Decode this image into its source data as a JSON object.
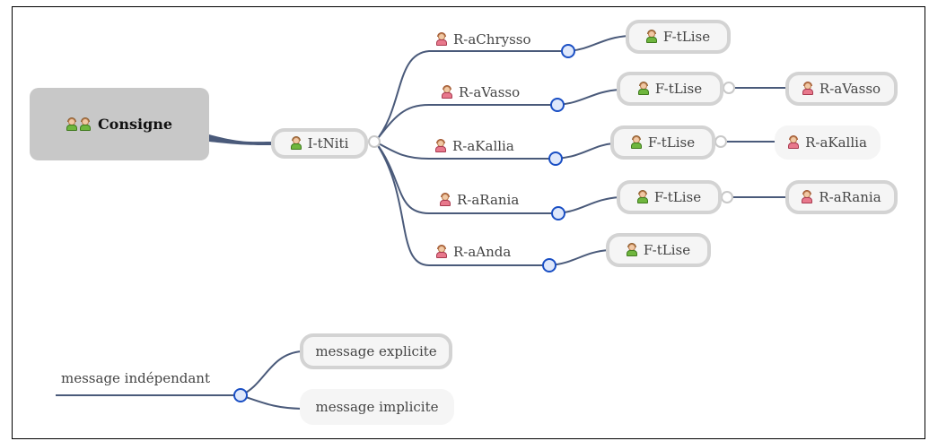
{
  "mindmap": {
    "root": {
      "label": "Consigne",
      "icon": "people-pair-icon"
    },
    "hub": {
      "label": "I-tNiti",
      "icon": "person-green-icon"
    },
    "branches": [
      {
        "label": "R-aChrysso",
        "child": "F-tLise",
        "grandchild": ""
      },
      {
        "label": "R-aVasso",
        "child": "F-tLise",
        "grandchild": "R-aVasso"
      },
      {
        "label": "R-aKallia",
        "child": "F-tLise",
        "grandchild": "R-aKallia"
      },
      {
        "label": "R-aRania",
        "child": "F-tLise",
        "grandchild": "R-aRania"
      },
      {
        "label": "R-aAnda",
        "child": "F-tLise",
        "grandchild": ""
      }
    ]
  },
  "standalone": {
    "label": "message indépendant",
    "children": [
      "message explicite",
      "message implicite"
    ]
  },
  "colors": {
    "edge": "#4a5a7a",
    "collapse_circle": "#1a4fc4",
    "node_fill": "#f5f5f5",
    "node_border": "#d3d3d3",
    "root_fill": "#c8c8c8"
  }
}
